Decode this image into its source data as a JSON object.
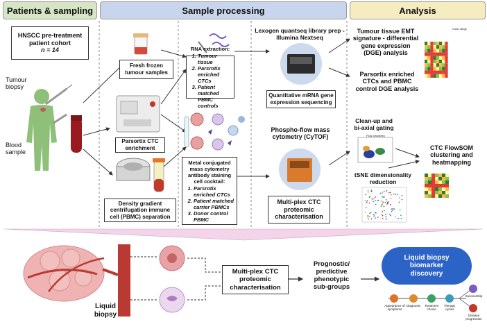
{
  "headers": {
    "patients": "Patients & sampling",
    "processing": "Sample processing",
    "analysis": "Analysis"
  },
  "cohort": {
    "line1": "HNSCC pre-treatment",
    "line2": "patient cohort",
    "n": "n = 14"
  },
  "labels": {
    "tumour_biopsy": [
      "Tumour",
      "biopsy"
    ],
    "blood_sample": [
      "Blood",
      "sample"
    ],
    "fresh_frozen": [
      "Fresh frozen",
      "tumour samples"
    ],
    "parsortix_ctc": [
      "Parsortix CTC",
      "enrichment"
    ],
    "density_gradient": [
      "Density gradient",
      "centrifugation immune",
      "cell (PBMC) separation"
    ],
    "lexogen": [
      "Lexogen quantseq library prep -",
      "Illumina Nextseq"
    ],
    "quant_mrna": [
      "Quantitative mRNA gene",
      "expression sequencing"
    ],
    "phospho_flow": [
      "Phospho-flow mass",
      "cytometry (CyTOF)"
    ],
    "multiplex_ctc": [
      "Multi-plex CTC",
      "proteomic",
      "characterisation"
    ],
    "emt": [
      "Tumour tissue EMT",
      "signature - differential",
      "gene expression",
      "(DGE) analysis"
    ],
    "parsortix_dge": [
      "Parsortix enriched",
      "CTCs and PBMC",
      "control DGE analysis"
    ],
    "cleanup": [
      "Clean-up and",
      "bi-axial gating"
    ],
    "flowsom": [
      "CTC FlowSOM",
      "clustering and",
      "heatmapping"
    ],
    "tsne": [
      "tSNE dimensionality",
      "reduction"
    ],
    "liquid_biopsy": [
      "Liquid",
      "biopsy"
    ],
    "multiplex_bottom": [
      "Multi-plex CTC",
      "proteomic",
      "characterisation"
    ],
    "prognostic": [
      "Prognostic/",
      "predictive",
      "phenotypic",
      "sub-groups"
    ],
    "biomarker": [
      "Liquid biopsy",
      "biomarker",
      "discovery"
    ]
  },
  "rna_extraction": {
    "title": "RNA extraction:",
    "items": [
      "Tumour tissue",
      "Parsrotix enriched CTCs",
      "Patient matched PBMC controls"
    ]
  },
  "metal_staining": {
    "title": [
      "Metal conjugated",
      "mass cytometry",
      "antibody staining",
      "cell cocktail:"
    ],
    "items": [
      "Parsrotix enriched CTCs",
      "Patient matched carrier PBMCs",
      "Donor control PBMC"
    ]
  },
  "timeline": {
    "steps": [
      "Appearance of symptoms",
      "Diagnosis",
      "Treatment choice",
      "Therapy cycles"
    ],
    "branches": [
      "Survivorship",
      "Disease progression"
    ]
  },
  "chart_labels": {
    "flow_title": "Flow cytometry",
    "heatmap_legend": "Color range"
  },
  "colors": {
    "green_header": "#d6e6c4",
    "blue_header": "#c9d5ec",
    "yellow_header": "#f5ecc0",
    "biomarker_blue": "#2b63c6",
    "tissue_pink": "#e8a0a4",
    "vessel_red": "#b83a32"
  }
}
